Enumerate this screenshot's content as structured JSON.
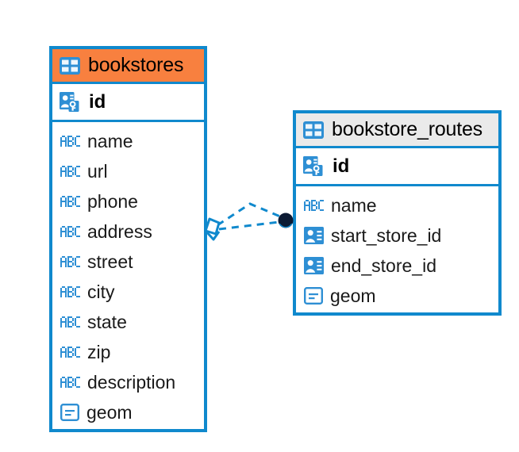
{
  "diagram": {
    "type": "entity-relationship-diagram",
    "colors": {
      "entity_border": "#1089CD",
      "header_highlight": "#F8803F",
      "header_default": "#EAEAEA",
      "icon_blue": "#2E8FD4",
      "connector_line": "#1089CD",
      "connector_endpoint": "#0C1B33"
    }
  },
  "entities": [
    {
      "name": "bookstores",
      "header_style": "accent-orange",
      "table_icon": "table-icon",
      "primary_key": {
        "label": "id",
        "icon": "primary-key-icon"
      },
      "fields": [
        {
          "label": "name",
          "icon": "text-abc-icon"
        },
        {
          "label": "url",
          "icon": "text-abc-icon"
        },
        {
          "label": "phone",
          "icon": "text-abc-icon"
        },
        {
          "label": "address",
          "icon": "text-abc-icon"
        },
        {
          "label": "street",
          "icon": "text-abc-icon"
        },
        {
          "label": "city",
          "icon": "text-abc-icon"
        },
        {
          "label": "state",
          "icon": "text-abc-icon"
        },
        {
          "label": "zip",
          "icon": "text-abc-icon"
        },
        {
          "label": "description",
          "icon": "text-abc-icon"
        },
        {
          "label": "geom",
          "icon": "geometry-icon"
        }
      ]
    },
    {
      "name": "bookstore_routes",
      "header_style": "accent-grey",
      "table_icon": "table-icon",
      "primary_key": {
        "label": "id",
        "icon": "primary-key-icon"
      },
      "fields": [
        {
          "label": "name",
          "icon": "text-abc-icon"
        },
        {
          "label": "start_store_id",
          "icon": "foreign-key-icon"
        },
        {
          "label": "end_store_id",
          "icon": "foreign-key-icon"
        },
        {
          "label": "geom",
          "icon": "geometry-icon"
        }
      ]
    }
  ],
  "relationship": {
    "from_entity": "bookstores",
    "to_entity": "bookstore_routes",
    "source_marker": "one-diamond-marker",
    "target_marker": "many-dot-marker",
    "line_style": "dashed"
  }
}
